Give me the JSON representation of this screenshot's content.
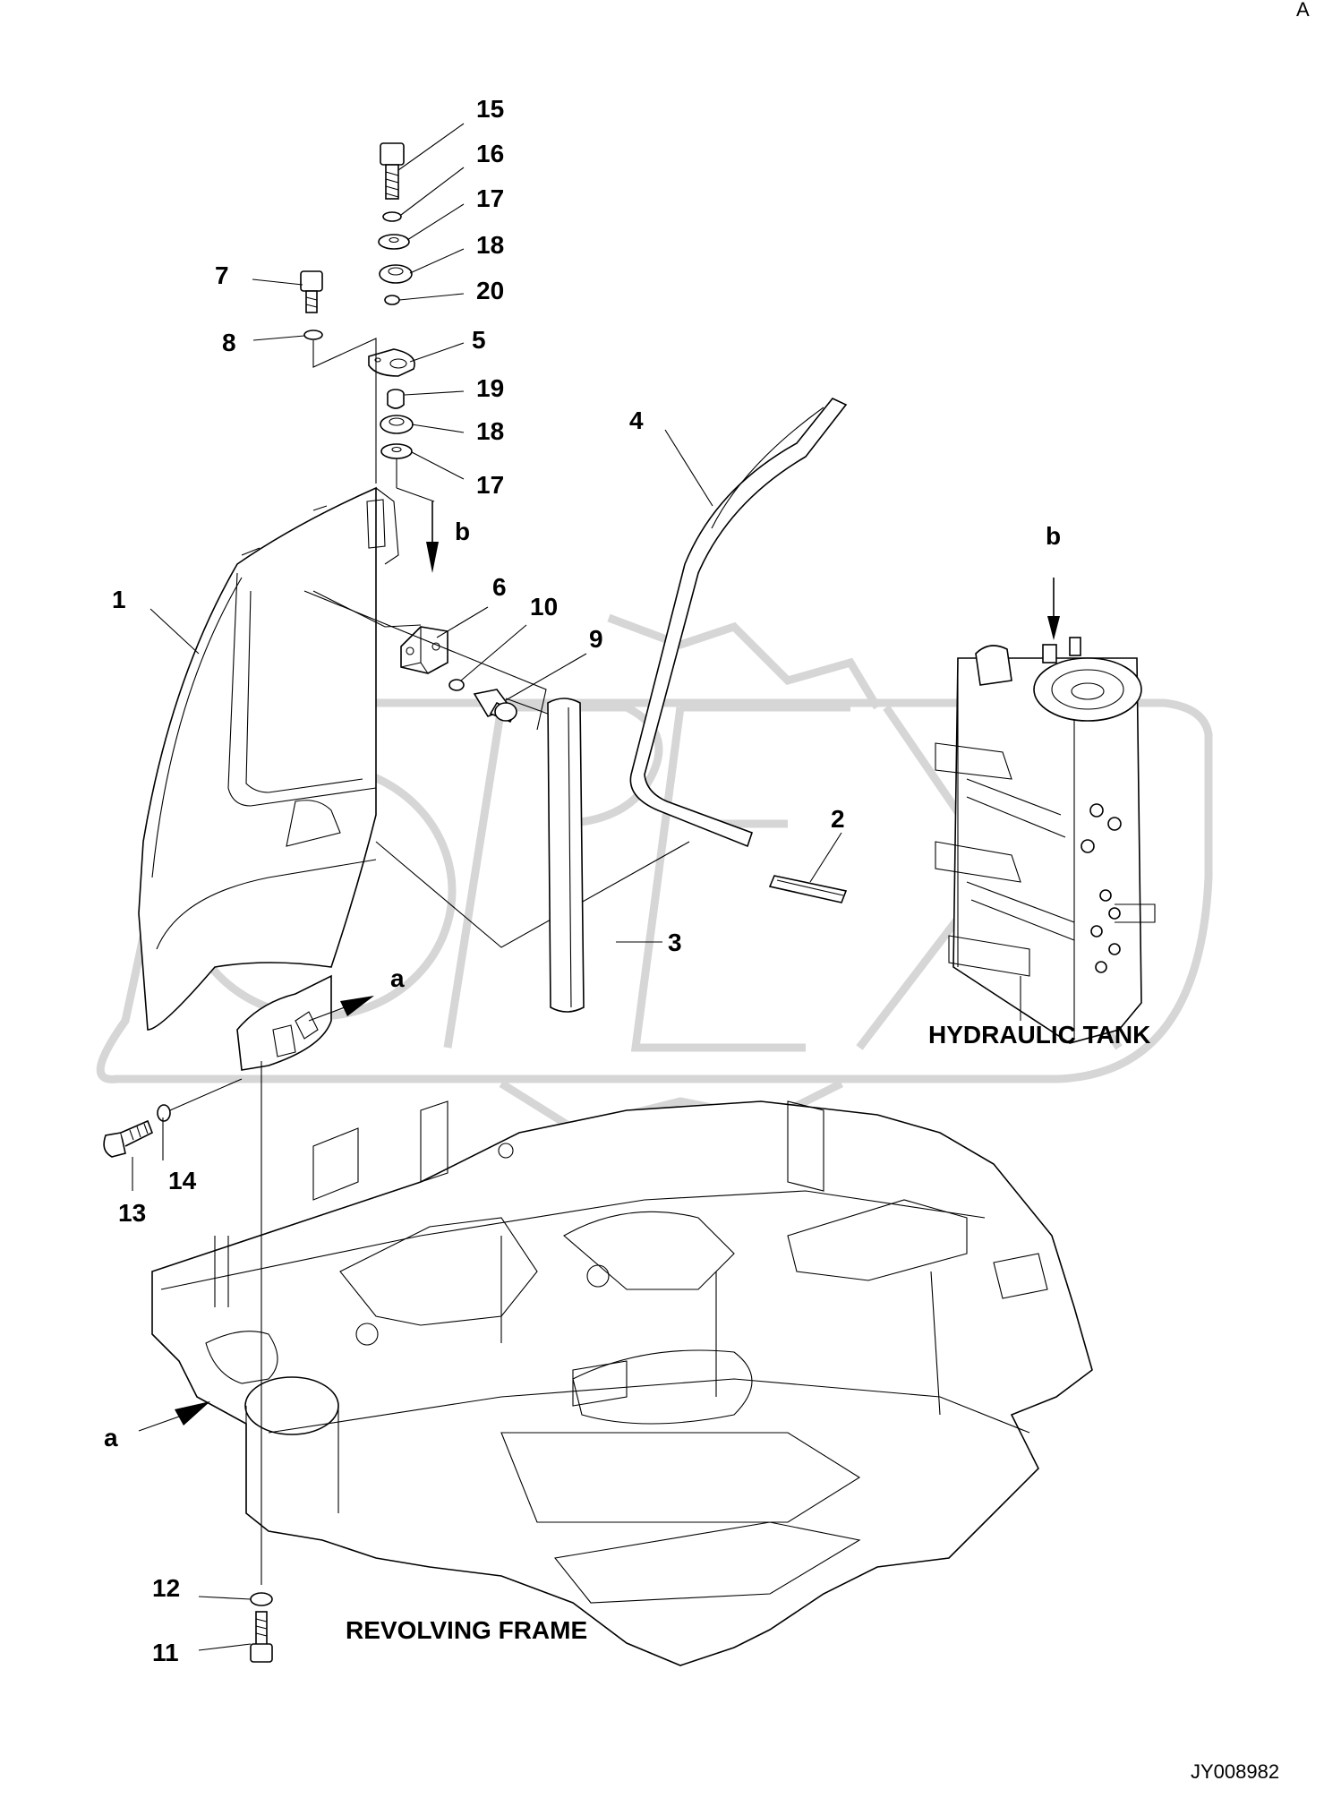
{
  "title": "",
  "corner_mark": "A",
  "drawing_code": "JY008982",
  "captions": {
    "hydraulic_tank": "HYDRAULIC TANK",
    "revolving_frame": "REVOLVING FRAME"
  },
  "view_marks": {
    "a_upper": "a",
    "a_lower": "a",
    "b_left": "b",
    "b_right": "b"
  },
  "callouts": {
    "c1": "1",
    "c2": "2",
    "c3": "3",
    "c4": "4",
    "c5": "5",
    "c6": "6",
    "c7": "7",
    "c8": "8",
    "c9": "9",
    "c10": "10",
    "c11": "11",
    "c12": "12",
    "c13": "13",
    "c14": "14",
    "c15": "15",
    "c16": "16",
    "c17a": "17",
    "c17b": "17",
    "c18a": "18",
    "c18b": "18",
    "c19": "19",
    "c20": "20"
  },
  "watermark": "OPEX"
}
